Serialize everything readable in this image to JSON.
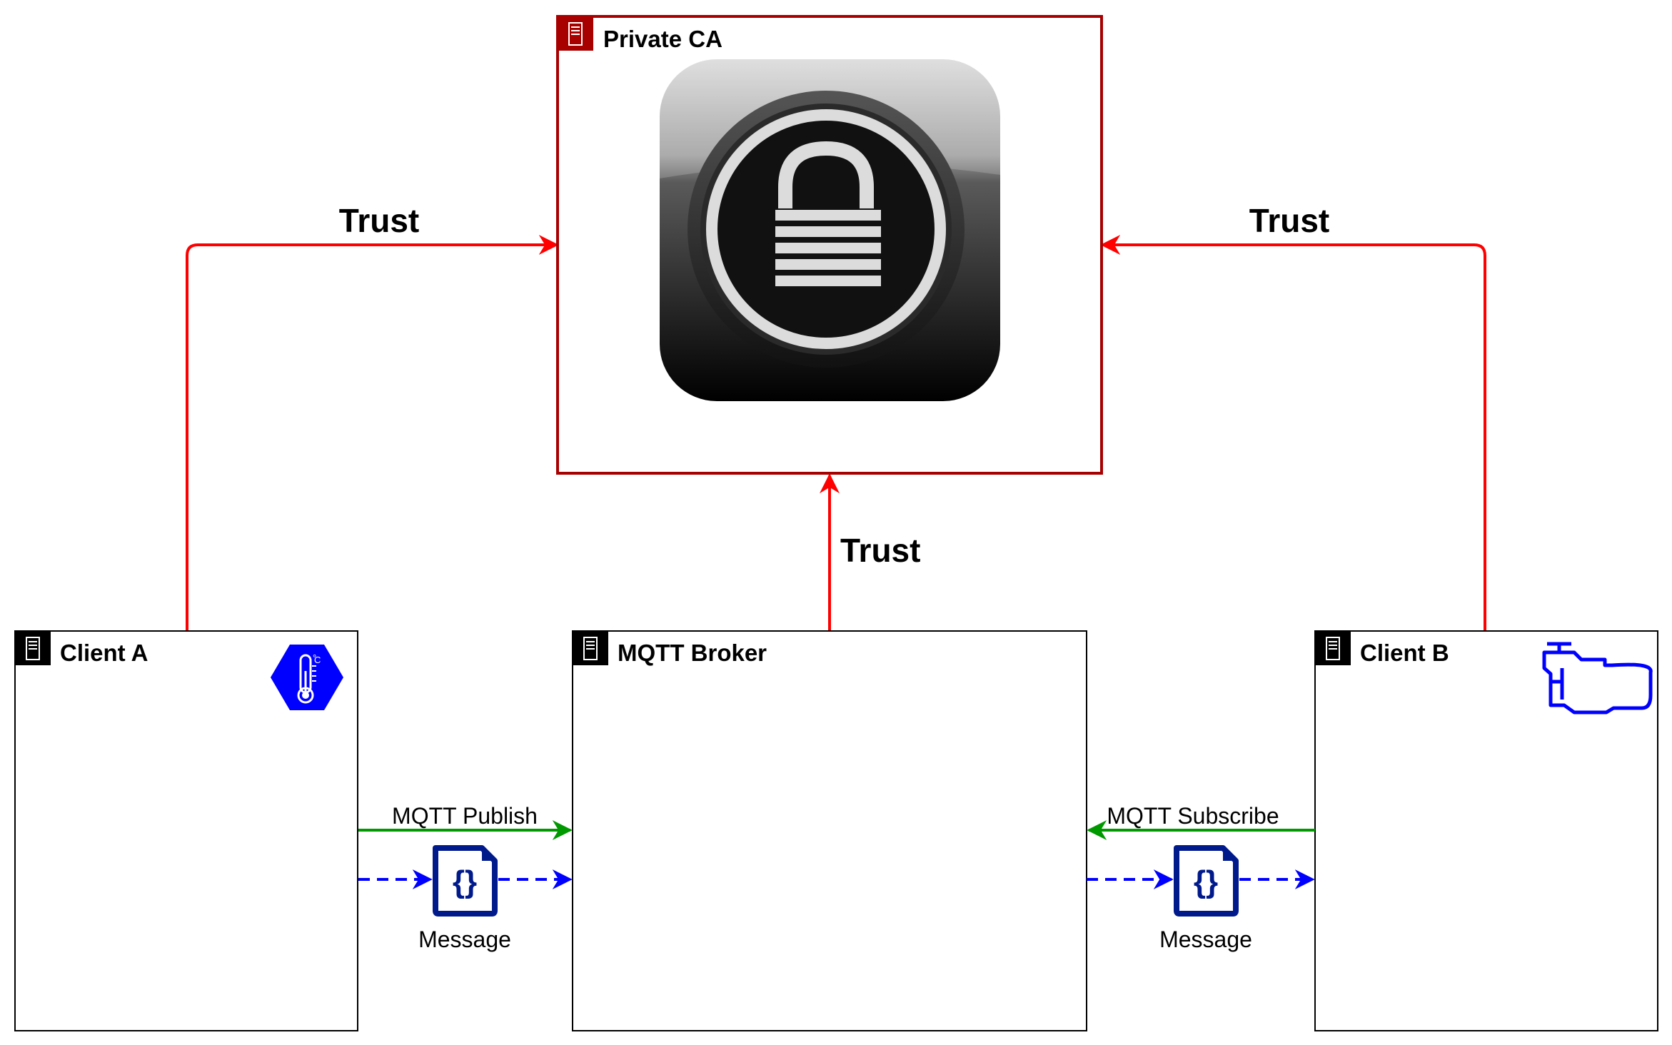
{
  "nodes": {
    "private_ca": {
      "title": "Private CA",
      "border_color": "#a80000",
      "header_color": "#a80000"
    },
    "client_a": {
      "title": "Client A"
    },
    "mqtt_broker": {
      "title": "MQTT Broker"
    },
    "client_b": {
      "title": "Client B"
    }
  },
  "edges": {
    "trust_client_a": {
      "label": "Trust",
      "color": "#ff0000"
    },
    "trust_broker": {
      "label": "Trust",
      "color": "#ff0000"
    },
    "trust_client_b": {
      "label": "Trust",
      "color": "#ff0000"
    },
    "publish": {
      "label": "MQTT Publish",
      "color": "#009900"
    },
    "subscribe": {
      "label": "MQTT Subscribe",
      "color": "#009900"
    },
    "message_flow_color": "#0000ff"
  },
  "messages": {
    "left": {
      "label": "Message"
    },
    "right": {
      "label": "Message"
    }
  },
  "icons": {
    "ca": "padlock-keychain-icon",
    "client_a": "thermometer-sensor-icon",
    "client_b": "engine-icon",
    "message": "json-document-icon",
    "server": "server-icon"
  },
  "colors": {
    "sensor_hexagon": "#0000ff",
    "engine_outline": "#0000ff",
    "json_doc": "#001a8c"
  }
}
